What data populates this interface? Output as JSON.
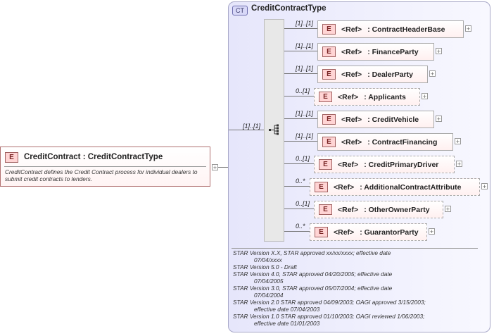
{
  "root": {
    "badge": "E",
    "title": "CreditContract : CreditContractType",
    "documentation": "CreditContract defines the Credit Contract process for individual dealers to submit credit contracts to lenders."
  },
  "complex_type": {
    "badge": "CT",
    "title": "CreditContractType",
    "sequence_occurrence": "[1]..[1]"
  },
  "children": [
    {
      "occurrence": "[1]..[1]",
      "badge": "E",
      "ref": "<Ref>",
      "name": ": ContractHeaderBase"
    },
    {
      "occurrence": "[1]..[1]",
      "badge": "E",
      "ref": "<Ref>",
      "name": ": FinanceParty"
    },
    {
      "occurrence": "[1]..[1]",
      "badge": "E",
      "ref": "<Ref>",
      "name": ": DealerParty"
    },
    {
      "occurrence": "0..[1]",
      "badge": "E",
      "ref": "<Ref>",
      "name": ": Applicants"
    },
    {
      "occurrence": "[1]..[1]",
      "badge": "E",
      "ref": "<Ref>",
      "name": ": CreditVehicle"
    },
    {
      "occurrence": "[1]..[1]",
      "badge": "E",
      "ref": "<Ref>",
      "name": ": ContractFinancing"
    },
    {
      "occurrence": "0..[1]",
      "badge": "E",
      "ref": "<Ref>",
      "name": ": CreditPrimaryDriver"
    },
    {
      "occurrence": "0..*",
      "badge": "E",
      "ref": "<Ref>",
      "name": ": AdditionalContractAttribute"
    },
    {
      "occurrence": "0..[1]",
      "badge": "E",
      "ref": "<Ref>",
      "name": ": OtherOwnerParty"
    },
    {
      "occurrence": "0..*",
      "badge": "E",
      "ref": "<Ref>",
      "name": ": GuarantorParty"
    }
  ],
  "doc_lines": [
    "STAR Version X.X, STAR approved xx/xx/xxxx; effective date",
    "07/04/xxxx",
    "STAR Version 5.0 - Draft",
    "STAR Version 4.0, STAR approved 04/20/2005; effective date",
    "07/04/2005",
    "STAR Version 3.0, STAR approved 05/07/2004; effective date",
    "07/04/2004",
    "STAR Version 2.0 STAR approved 04/09/2003; OAGI approved 3/15/2003;",
    "effective date 07/04/2003",
    "STAR Version 1.0 STAR approved 01/10/2003; OAGI reviewed 1/06/2003;",
    "effective date 01/01/2003"
  ],
  "expand_symbol": "+"
}
